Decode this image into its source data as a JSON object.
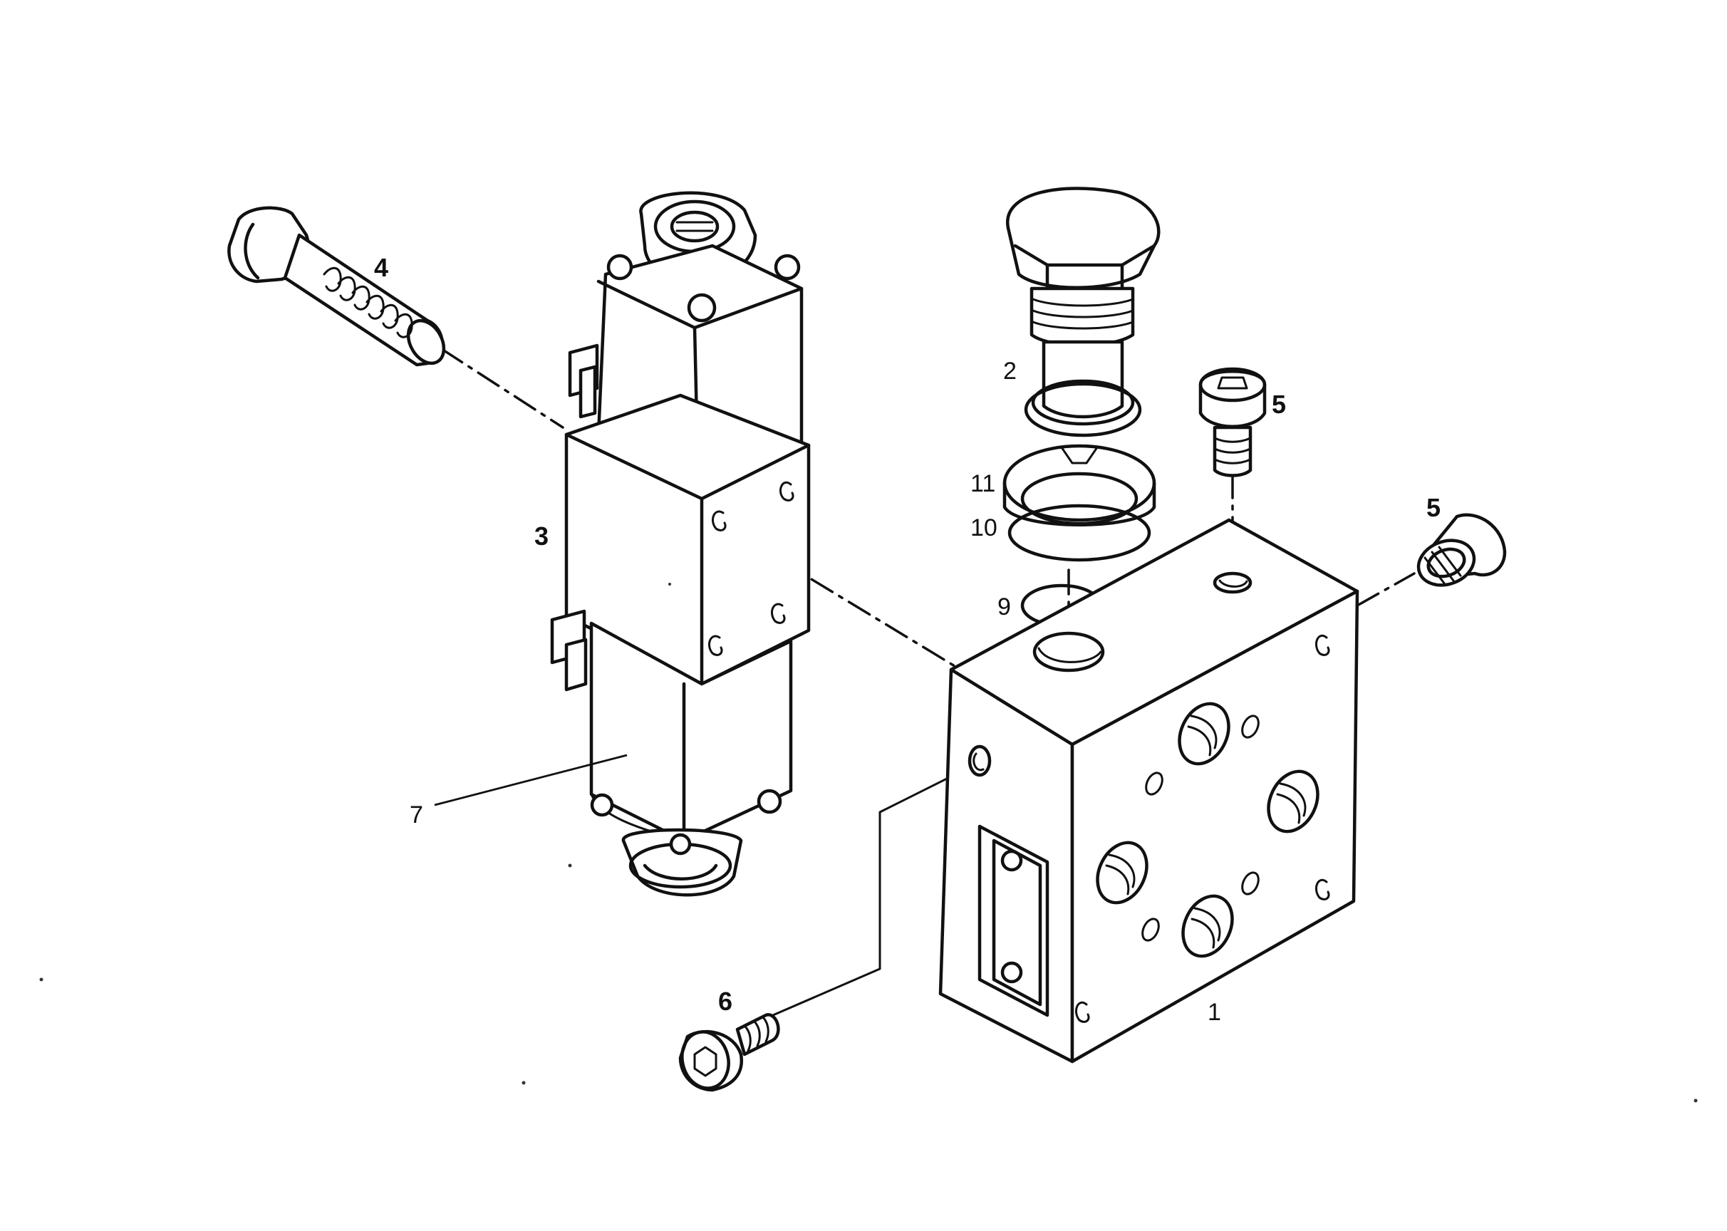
{
  "callouts": {
    "c1": "1",
    "c2": "2",
    "c3": "3",
    "c4": "4",
    "c5a": "5",
    "c5b": "5",
    "c6": "6",
    "c7": "7",
    "c9": "9",
    "c10": "10",
    "c11": "11"
  }
}
